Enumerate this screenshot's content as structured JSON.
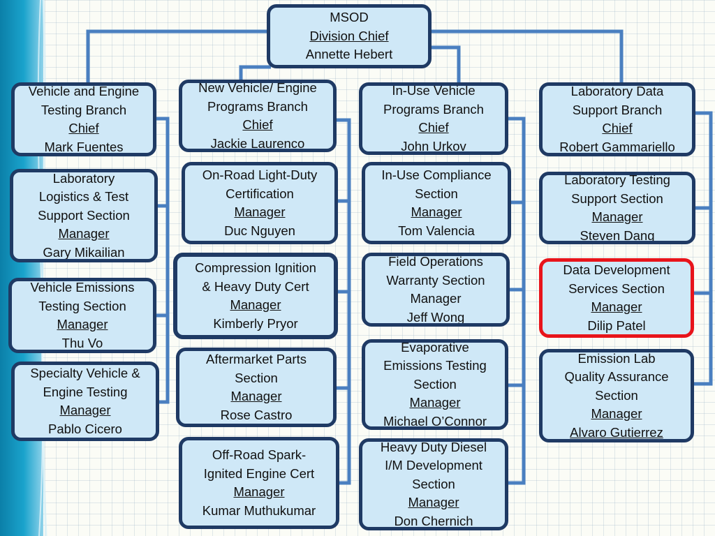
{
  "colors": {
    "box_fill": "#cfe8f7",
    "box_border": "#1f3a64",
    "connector": "#4a7fc0",
    "highlight_border": "#e8141b",
    "sidebar": "#1aa3cc"
  },
  "top": {
    "lines": [
      "MSOD",
      "Division Chief",
      "Annette Hebert"
    ]
  },
  "col1": {
    "b1": {
      "lines": [
        "Vehicle and Engine",
        "Testing Branch",
        "Chief",
        "Mark Fuentes"
      ]
    },
    "b2": {
      "lines": [
        "Laboratory",
        "Logistics & Test",
        "Support Section",
        "Manager",
        "Gary Mikailian"
      ]
    },
    "b3": {
      "lines": [
        "Vehicle Emissions",
        "Testing Section",
        "Manager",
        "Thu Vo"
      ]
    },
    "b4": {
      "lines": [
        "Specialty Vehicle &",
        "Engine Testing",
        "Manager",
        "Pablo Cicero"
      ]
    }
  },
  "col2": {
    "b1": {
      "lines": [
        "New Vehicle/ Engine",
        "Programs Branch",
        "Chief",
        "Jackie Laurenco"
      ]
    },
    "b2": {
      "lines": [
        "On-Road Light-Duty",
        "Certification",
        "Manager",
        "Duc Nguyen"
      ]
    },
    "b3": {
      "lines": [
        "Compression Ignition",
        "& Heavy Duty Cert",
        "Manager",
        "Kimberly Pryor"
      ]
    },
    "b4": {
      "lines": [
        "Aftermarket Parts",
        "Section",
        "Manager",
        "Rose Castro"
      ]
    },
    "b5": {
      "lines": [
        "Off-Road Spark-",
        "Ignited Engine Cert",
        "Manager",
        "Kumar Muthukumar"
      ]
    }
  },
  "col3": {
    "b1": {
      "lines": [
        "In-Use Vehicle",
        "Programs Branch",
        "Chief",
        "John Urkov"
      ]
    },
    "b2": {
      "lines": [
        "In-Use Compliance",
        "Section",
        "Manager",
        "Tom Valencia"
      ]
    },
    "b3": {
      "lines": [
        "Field Operations",
        "Warranty Section",
        "Manager",
        "Jeff Wong"
      ]
    },
    "b4": {
      "lines": [
        "Evaporative",
        "Emissions Testing",
        "Section",
        "Manager",
        "Michael O’Connor"
      ]
    },
    "b5": {
      "lines": [
        "Heavy Duty Diesel",
        "I/M Development",
        "Section",
        "Manager",
        "Don Chernich"
      ]
    }
  },
  "col4": {
    "b1": {
      "lines": [
        "Laboratory Data",
        "Support Branch",
        "Chief",
        "Robert Gammariello"
      ]
    },
    "b2": {
      "lines": [
        "Laboratory Testing",
        "Support Section",
        "Manager",
        "Steven Dang"
      ]
    },
    "b3": {
      "lines": [
        "Data Development",
        "Services Section",
        "Manager",
        "Dilip Patel"
      ]
    },
    "b4": {
      "lines": [
        "Emission Lab",
        "Quality Assurance",
        "Section",
        "Manager",
        "Alvaro Gutierrez"
      ]
    }
  }
}
